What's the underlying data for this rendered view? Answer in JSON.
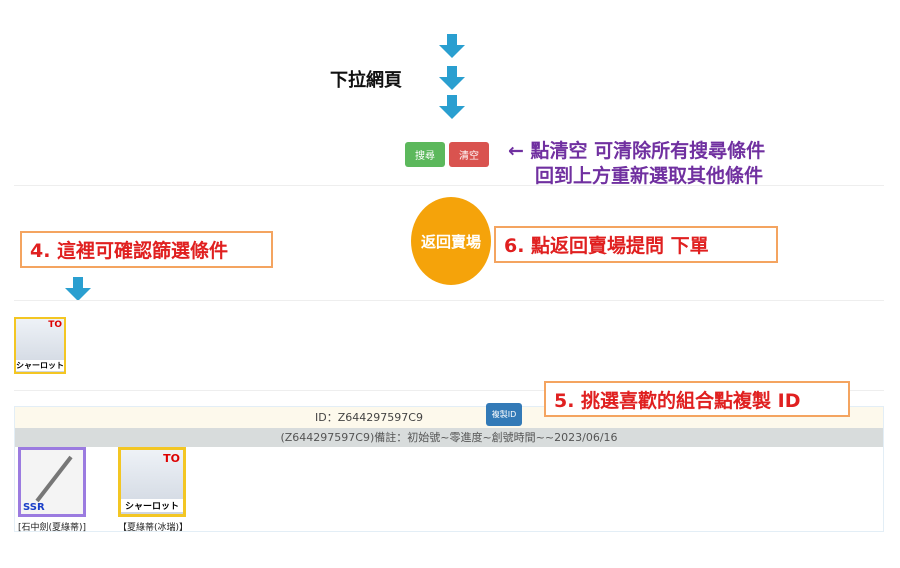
{
  "scroll_hint": "下拉網頁",
  "buttons": {
    "search": "搜尋",
    "clear": "清空",
    "back_to_shop": "返回賣場",
    "copy_id": "複製ID"
  },
  "notes": {
    "clear_line1": "← 點清空 可清除所有搜尋條件",
    "clear_line2": "回到上方重新選取其他條件",
    "step4": "4. 這裡可確認篩選條件",
    "step5": "5. 挑選喜歡的組合點複製 ID",
    "step6": "6. 點返回賣場提問 下單"
  },
  "filter_card": {
    "name": "シャーロット",
    "badge": "TO"
  },
  "result": {
    "id_label": "ID：Z644297597C9",
    "remark": "(Z644297597C9)備註：初始號~零進度~創號時間~~2023/06/16",
    "items": [
      {
        "rarity": "SSR",
        "caption": "[石中劍(夏綠蒂)]"
      },
      {
        "name": "シャーロット",
        "badge": "TO",
        "caption": "【夏綠蒂(冰瑞)】"
      }
    ]
  },
  "colors": {
    "green": "#5cb85c",
    "red": "#d9534f",
    "orange": "#f5a30a",
    "purple": "#7030a0",
    "blue": "#337ab7"
  }
}
